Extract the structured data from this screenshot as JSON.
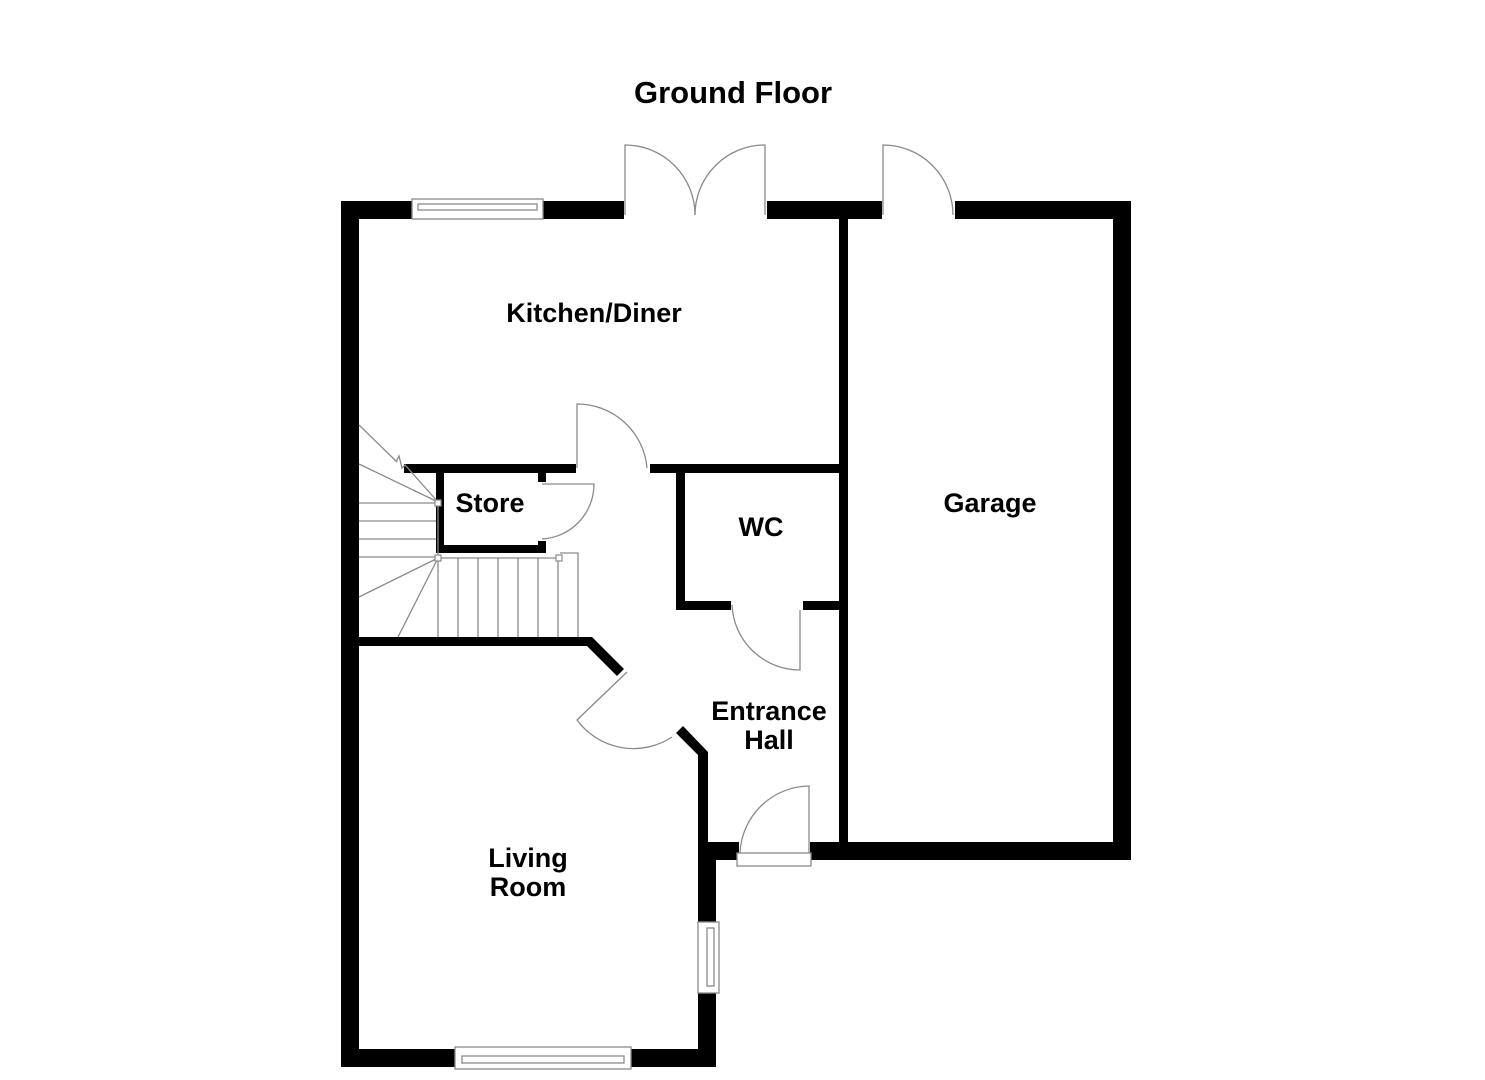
{
  "title": "Ground Floor",
  "rooms": {
    "kitchen": {
      "label": "Kitchen/Diner"
    },
    "store": {
      "label": "Store"
    },
    "wc": {
      "label": "WC"
    },
    "garage": {
      "label": "Garage"
    },
    "entrance_hall": {
      "line1": "Entrance",
      "line2": "Hall"
    },
    "living_room": {
      "line1": "Living",
      "line2": "Room"
    }
  },
  "colors": {
    "wall": "#000000",
    "fixture_line": "#8a8a8a",
    "background": "#ffffff"
  }
}
